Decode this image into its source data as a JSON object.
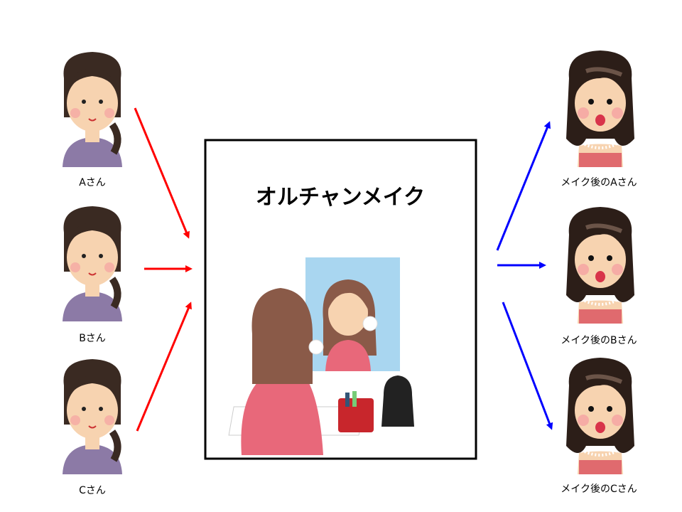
{
  "title": "オルチャンメイク",
  "before": [
    {
      "label": "Aさん"
    },
    {
      "label": "Bさん"
    },
    {
      "label": "Cさん"
    }
  ],
  "after": [
    {
      "label": "メイク後のAさん"
    },
    {
      "label": "メイク後のBさん"
    },
    {
      "label": "メイク後のCさん"
    }
  ],
  "colors": {
    "input_arrow": "#ff0000",
    "output_arrow": "#0000ff",
    "box_border": "#000000"
  }
}
